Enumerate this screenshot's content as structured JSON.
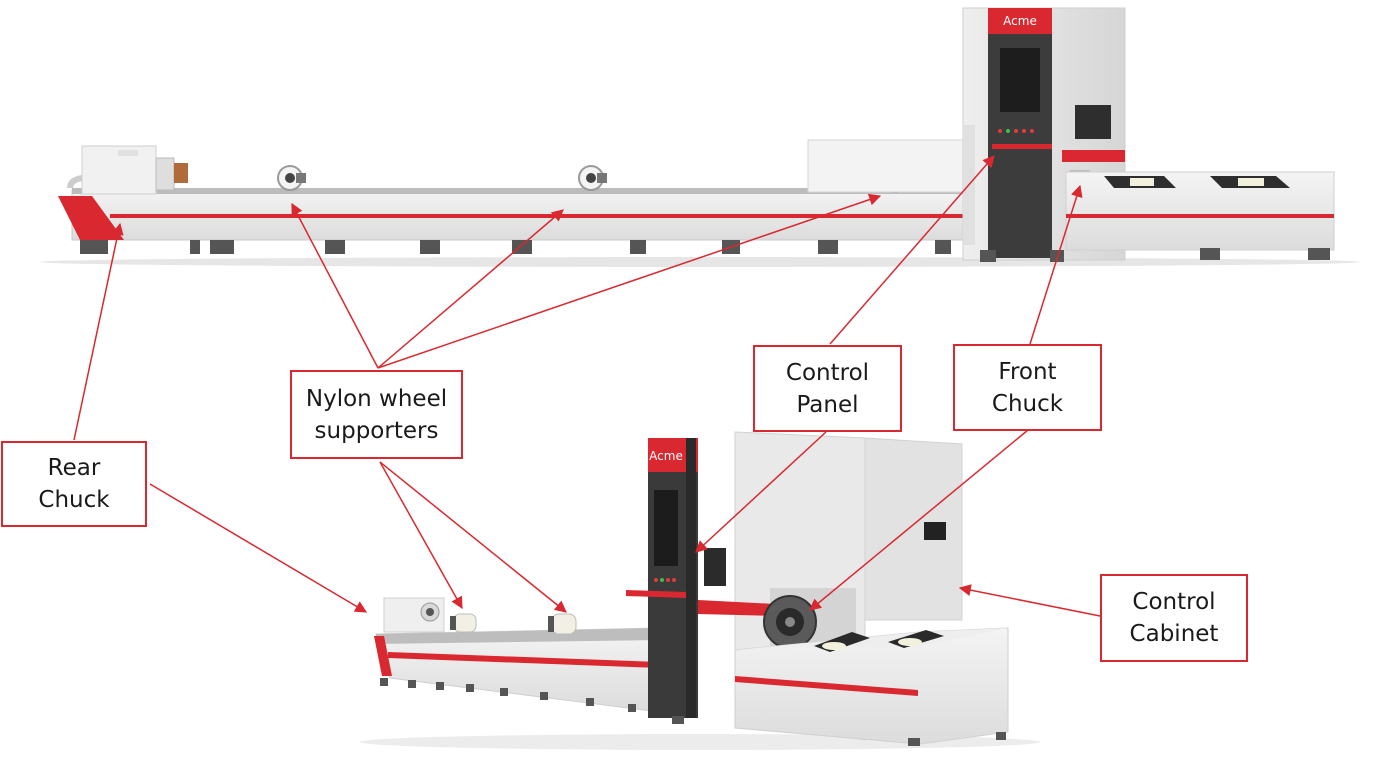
{
  "brand": {
    "logo_text": "Acme",
    "accent_color": "#d9282f",
    "dark_panel_color": "#3a3a3a"
  },
  "labels": {
    "rear_chuck": [
      "Rear",
      "Chuck"
    ],
    "nylon_wheel": [
      "Nylon wheel",
      "supporters"
    ],
    "control_panel": [
      "Control",
      "Panel"
    ],
    "front_chuck": [
      "Front",
      "Chuck"
    ],
    "control_cabinet": [
      "Control",
      "Cabinet"
    ]
  }
}
